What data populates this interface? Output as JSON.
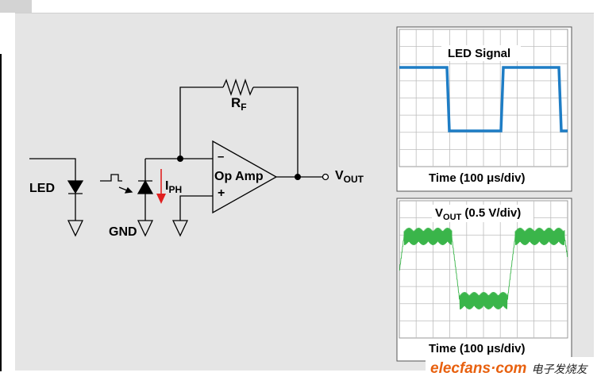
{
  "circuit": {
    "led_label": "LED",
    "gnd_label": "GND",
    "iph": {
      "main": "I",
      "sub": "PH"
    },
    "rf": {
      "main": "R",
      "sub": "F"
    },
    "opamp_label": "Op Amp",
    "minus_label": "–",
    "plus_label": "+",
    "vout": {
      "main": "V",
      "sub": "OUT"
    }
  },
  "scope1": {
    "title": "LED Signal",
    "xlabel": "Time (100 μs/div)"
  },
  "scope2": {
    "title_main": "V",
    "title_sub": "OUT",
    "title_rest": " (0.5 V/div)",
    "xlabel": "Time (100 μs/div)"
  },
  "watermark": {
    "brand": "elecfans·com",
    "cn": "电子发烧友"
  },
  "colors": {
    "panel_bg": "#e5e5e5",
    "led_trace": "#1e7dc5",
    "vout_trace": "#3ab54a",
    "iph_arrow": "#e02020",
    "grid": "#bdbdbd",
    "watermark_brand": "#e8610f"
  }
}
